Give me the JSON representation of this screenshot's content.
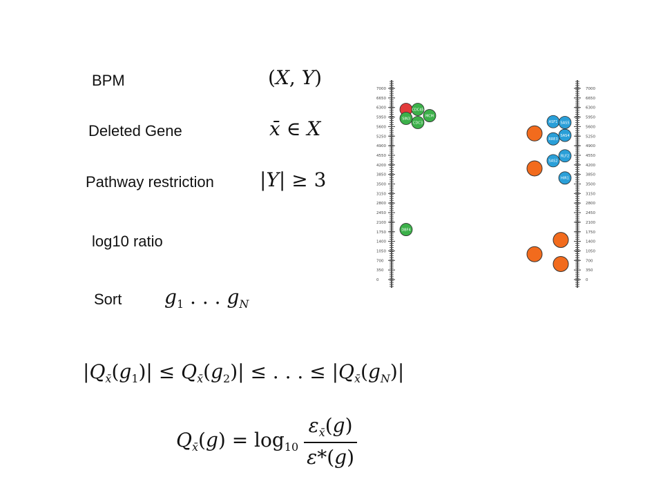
{
  "labels": {
    "bpm": "BPM",
    "deleted_gene": "Deleted Gene",
    "pathway_restriction": "Pathway restriction",
    "log10_ratio": "log10 ratio",
    "sort": "Sort"
  },
  "axis": {
    "ticks": [
      "7000",
      "6650",
      "6300",
      "5950",
      "5600",
      "5250",
      "4900",
      "4550",
      "4200",
      "3850",
      "3500",
      "3150",
      "2800",
      "2450",
      "2100",
      "1750",
      "1400",
      "1050",
      "700",
      "350",
      "0"
    ]
  },
  "left_genes": [
    {
      "label": "",
      "value": 6230,
      "offset": 0,
      "color": "#e23b3b"
    },
    {
      "label": "CDC45",
      "value": 6230,
      "offset": 1,
      "color": "#3cb04a"
    },
    {
      "label": "MCM",
      "value": 6000,
      "offset": 2,
      "color": "#3cb04a"
    },
    {
      "label": "CDC3",
      "value": 5750,
      "offset": 1,
      "color": "#3cb04a"
    },
    {
      "label": "SIN3",
      "value": 5900,
      "offset": 0,
      "color": "#3cb04a"
    },
    {
      "label": "DBF4",
      "value": 1830,
      "offset": 0,
      "color": "#3cb04a"
    }
  ],
  "right_genes": [
    {
      "label": "ASF1",
      "value": 5780,
      "offset": 0,
      "color": "#2a9fd8"
    },
    {
      "label": "SAS5",
      "value": 5750,
      "offset": 1,
      "color": "#2a9fd8"
    },
    {
      "label": "SAS4",
      "value": 5280,
      "offset": 1,
      "color": "#2a9fd8"
    },
    {
      "label": "RRE3",
      "value": 5150,
      "offset": 0,
      "color": "#2a9fd8"
    },
    {
      "label": "SAS2",
      "value": 4350,
      "offset": 0,
      "color": "#2a9fd8"
    },
    {
      "label": "RLF2",
      "value": 4530,
      "offset": 1,
      "color": "#2a9fd8"
    },
    {
      "label": "HIR1",
      "value": 3720,
      "offset": 1,
      "color": "#2a9fd8"
    }
  ],
  "right_orange": [
    {
      "value": 5350,
      "offset": 0
    },
    {
      "value": 4070,
      "offset": 0
    },
    {
      "value": 1450,
      "offset": 1
    },
    {
      "value": 930,
      "offset": 0
    },
    {
      "value": 570,
      "offset": 1
    }
  ],
  "colors": {
    "orange": "#f26b1d",
    "axis": "#555555"
  }
}
